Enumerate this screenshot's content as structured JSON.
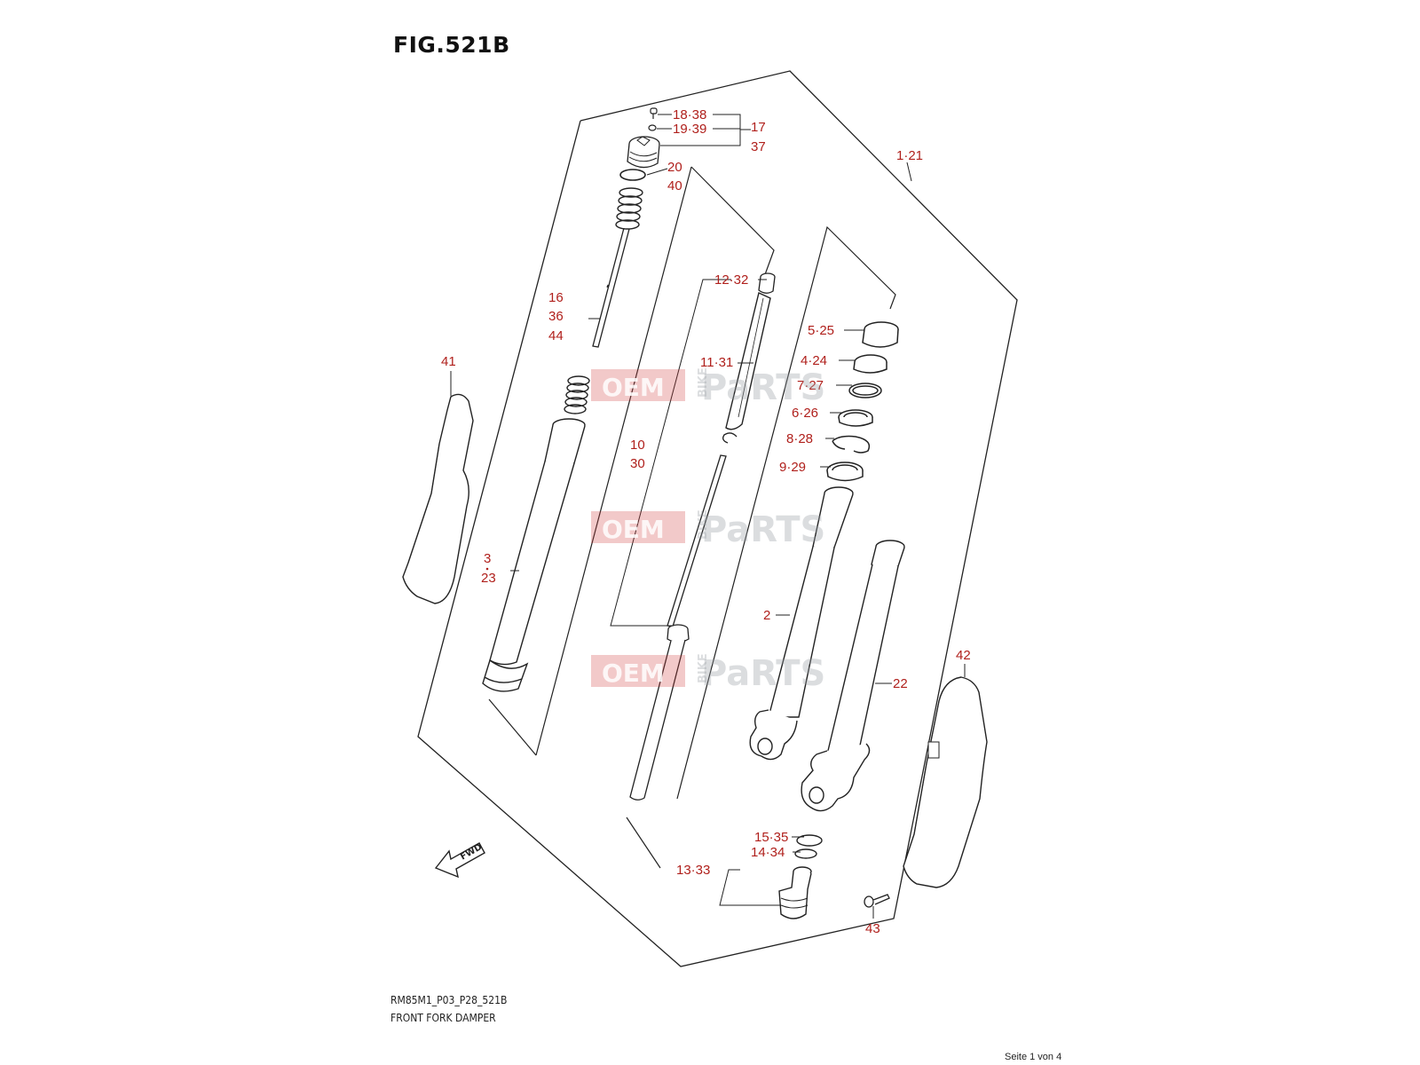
{
  "figure": {
    "title": "FIG.521B",
    "code": "RM85M1_P03_P28_521B",
    "name": "FRONT FORK DAMPER"
  },
  "pager": "Seite 1 von 4",
  "watermark": {
    "oem": "OEM",
    "bike": "BIKE",
    "parts": "PaRTS"
  },
  "arrow_label": "FWD",
  "callouts": {
    "c18_38": "18·38",
    "c19_39": "19·39",
    "c17": "17",
    "c37": "37",
    "c20": "20",
    "c40": "40",
    "c1_21": "1·21",
    "c12_32": "12·32",
    "c16": "16",
    "c36": "36",
    "c44": "44",
    "c5_25": "5·25",
    "c4_24": "4·24",
    "c7_27": "7·27",
    "c11_31": "11·31",
    "c6_26": "6·26",
    "c41": "41",
    "c8_28": "8·28",
    "c10": "10",
    "c30": "30",
    "c9_29": "9·29",
    "c3": "3",
    "c23": "23",
    "c2": "2",
    "c42": "42",
    "c22": "22",
    "c15_35": "15·35",
    "c14_34": "14·34",
    "c13_33": "13·33",
    "c43": "43"
  },
  "colors": {
    "callout": "#b0201c",
    "line": "#222222",
    "watermark": "#d23c3c"
  }
}
